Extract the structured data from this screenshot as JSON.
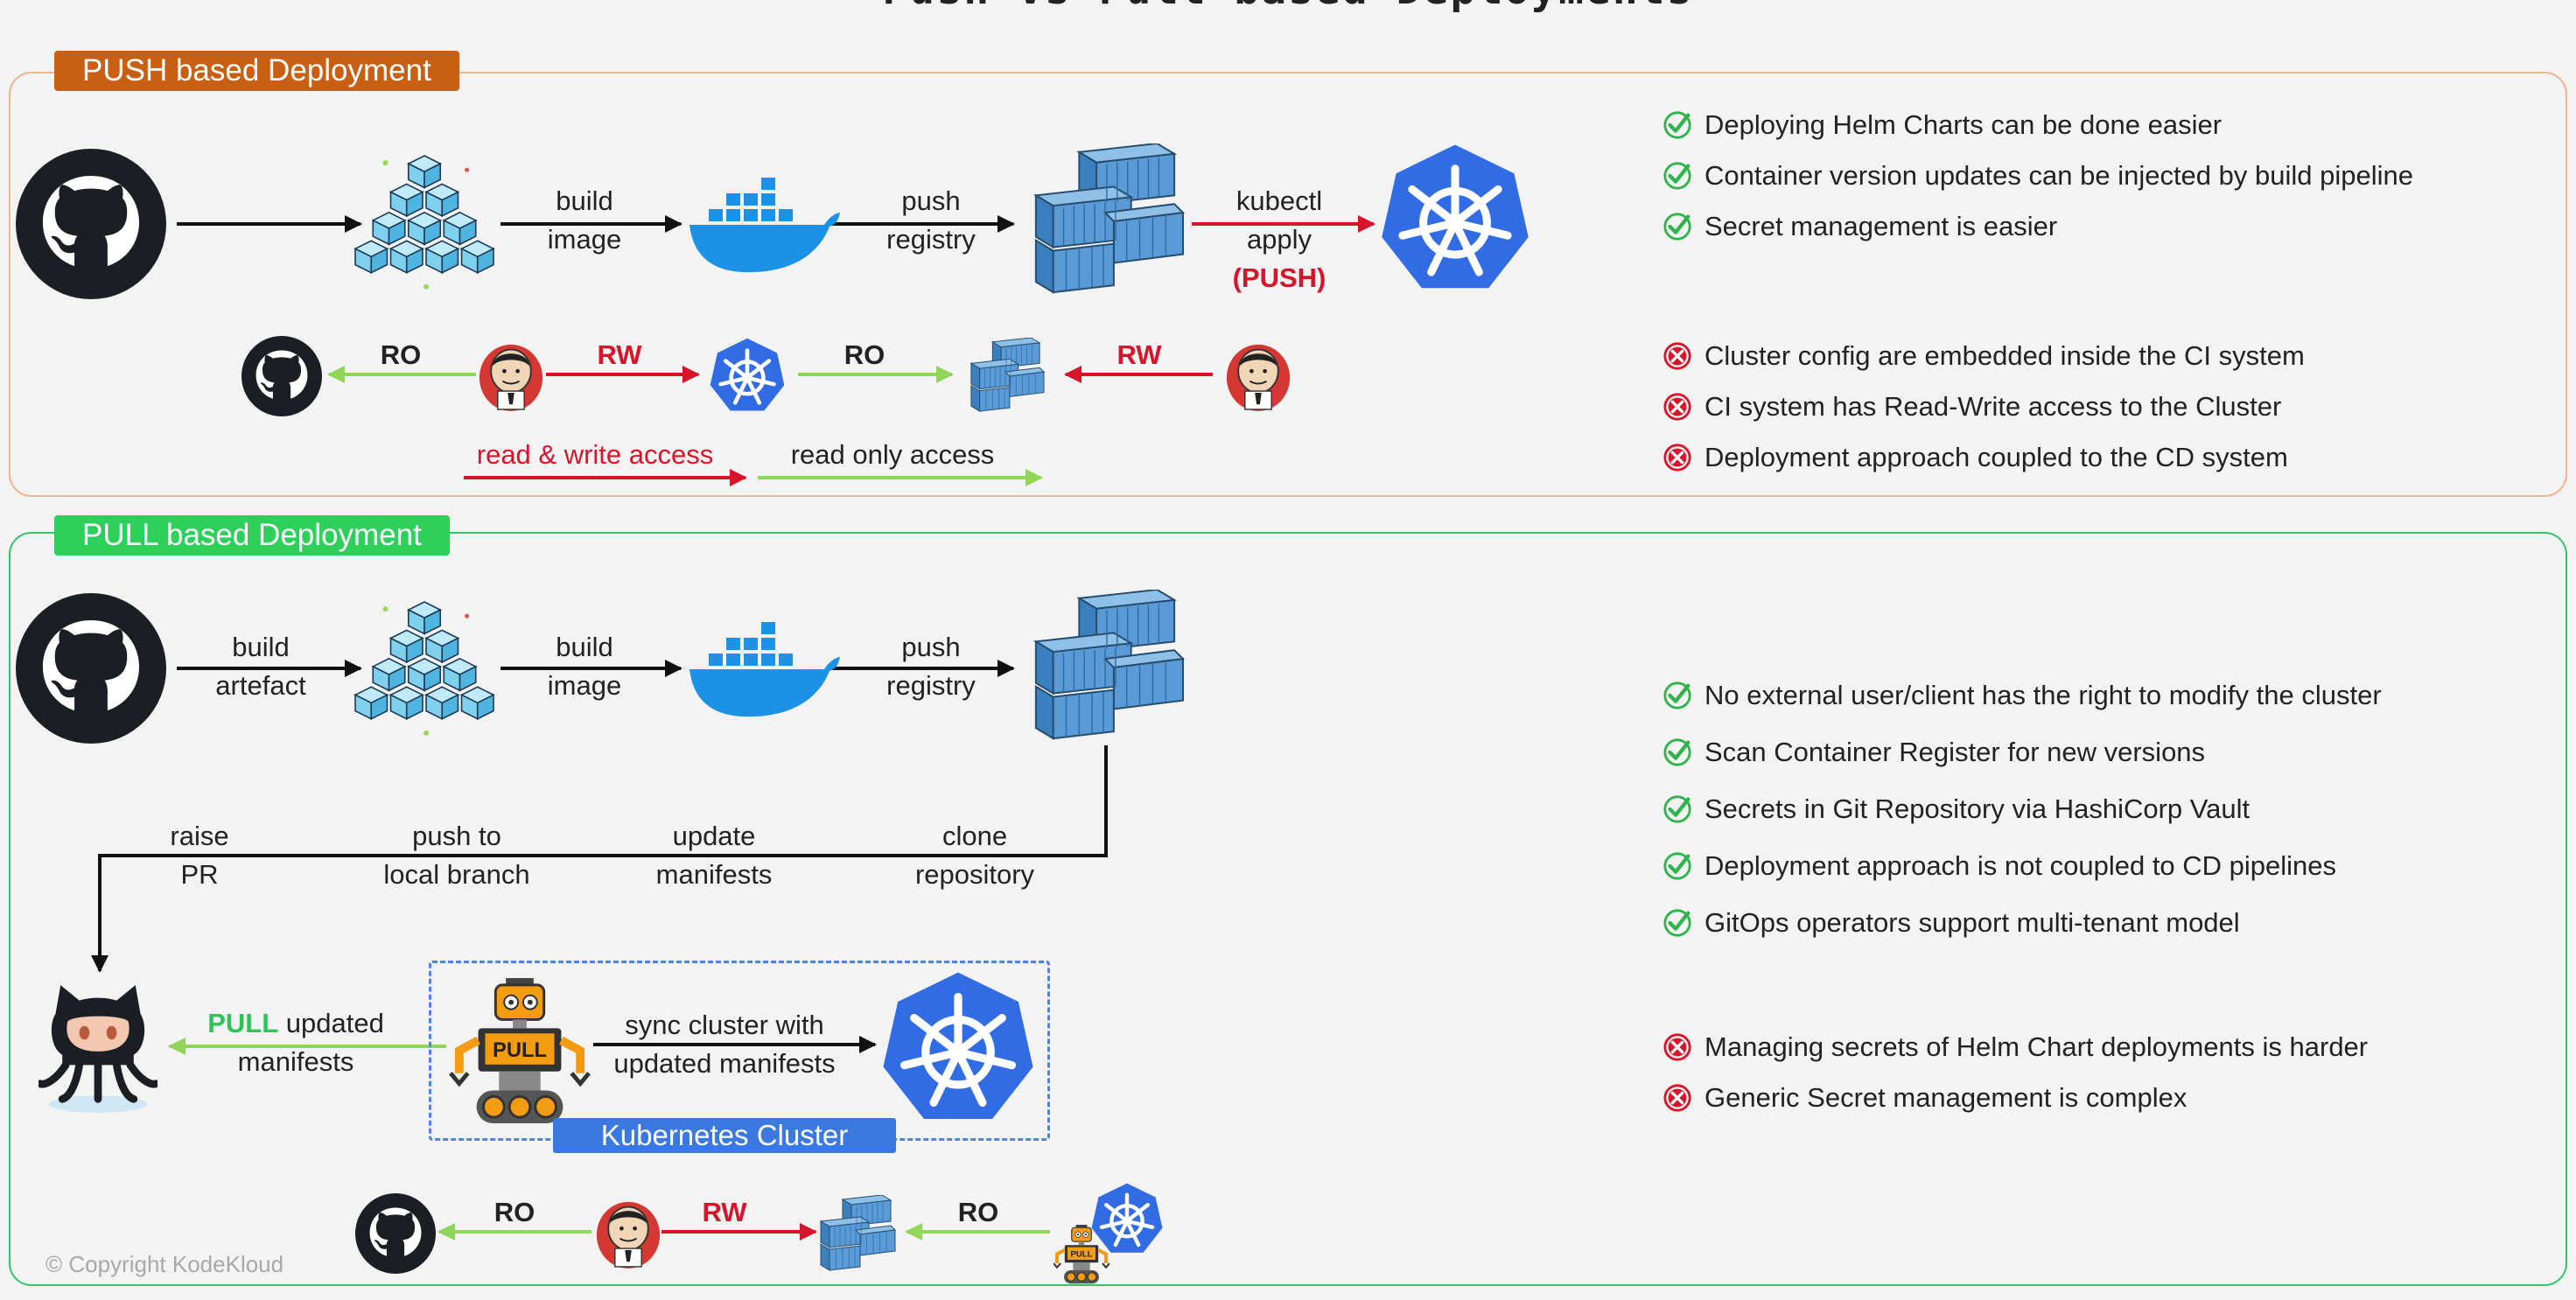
{
  "title": "Push vs Pull based Deployments",
  "push": {
    "tag": "PUSH based Deployment",
    "flow": {
      "build_image": [
        "build",
        "image"
      ],
      "push_registry": [
        "push",
        "registry"
      ],
      "kubectl_apply": [
        "kubectl",
        "apply",
        "(PUSH)"
      ]
    },
    "access": {
      "ro1": "RO",
      "rw1": "RW",
      "ro2": "RO",
      "rw2": "RW"
    },
    "legend": {
      "rw": "read & write access",
      "ro": "read only access"
    },
    "pros": [
      "Deploying Helm Charts can be done easier",
      "Container version updates can be injected by build pipeline",
      "Secret management is easier"
    ],
    "cons": [
      "Cluster config are embedded inside the CI system",
      "CI system has Read-Write access to the Cluster",
      "Deployment approach coupled to the CD system"
    ]
  },
  "pull": {
    "tag": "PULL based Deployment",
    "flow": {
      "build_artefact": [
        "build",
        "artefact"
      ],
      "build_image": [
        "build",
        "image"
      ],
      "push_registry": [
        "push",
        "registry"
      ],
      "raise_pr": [
        "raise",
        "PR"
      ],
      "push_local": [
        "push to",
        "local branch"
      ],
      "update_manifests": [
        "update",
        "manifests"
      ],
      "clone_repo": [
        "clone",
        "repository"
      ],
      "pull_word": "PULL",
      "pull_rest": "updated",
      "pull_line2": "manifests",
      "sync": [
        "sync cluster with",
        "updated manifests"
      ],
      "robot_sign": "PULL"
    },
    "cluster_label": "Kubernetes Cluster",
    "access": {
      "ro1": "RO",
      "rw1": "RW",
      "ro2": "RO"
    },
    "pros": [
      "No external user/client has the right to modify the cluster",
      "Scan Container Register for new versions",
      "Secrets in Git Repository via HashiCorp Vault",
      "Deployment approach is not coupled to CD pipelines",
      "GitOps operators support multi-tenant model"
    ],
    "cons": [
      "Managing secrets of Helm Chart deployments is harder",
      "Generic Secret management is complex"
    ]
  },
  "icons": [
    "github-icon",
    "cubes-icon",
    "docker-icon",
    "registry-icon",
    "kubernetes-icon",
    "jenkins-icon",
    "octocat-icon",
    "robot-icon",
    "check-icon",
    "cross-icon"
  ],
  "colors": {
    "push_accent": "#c95f13",
    "pull_accent": "#2fcf5c",
    "rw": "#d8142b",
    "ro": "#8fd65a",
    "kubernetes": "#326ce5"
  },
  "copyright": "© Copyright KodeKloud"
}
